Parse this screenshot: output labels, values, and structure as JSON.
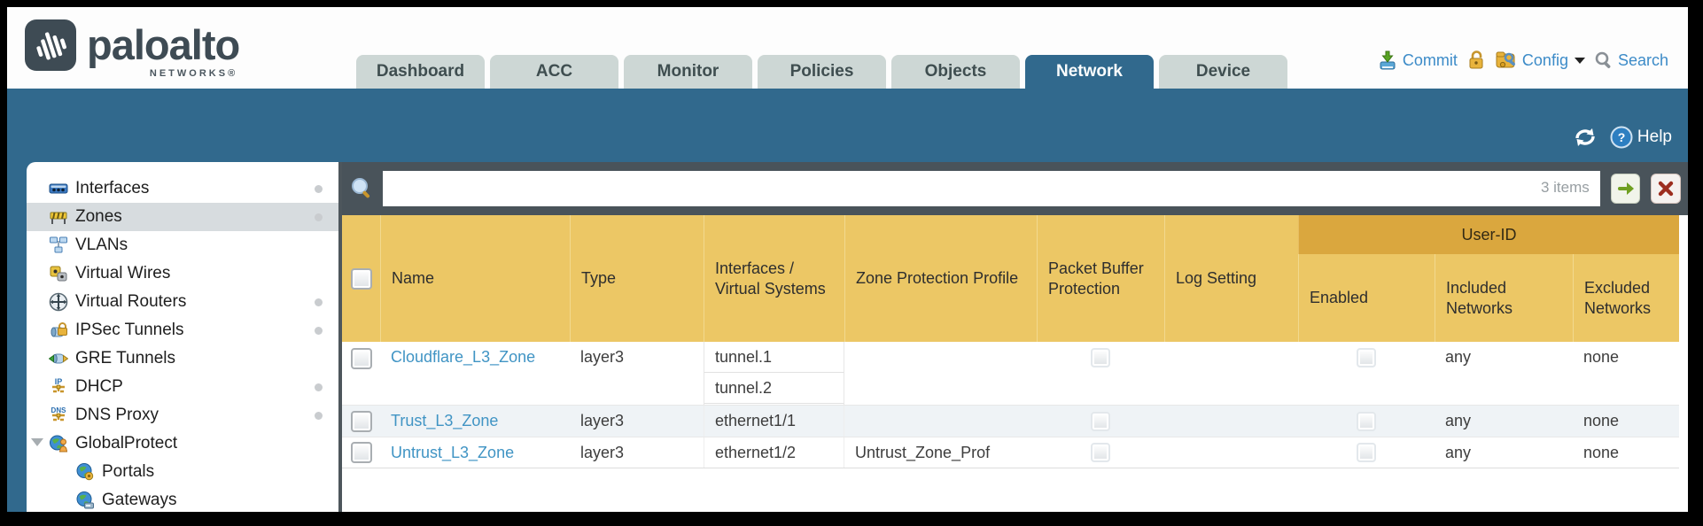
{
  "brand": {
    "name": "paloalto",
    "subtitle": "NETWORKS®"
  },
  "tabs": [
    {
      "label": "Dashboard",
      "active": false
    },
    {
      "label": "ACC",
      "active": false
    },
    {
      "label": "Monitor",
      "active": false
    },
    {
      "label": "Policies",
      "active": false
    },
    {
      "label": "Objects",
      "active": false
    },
    {
      "label": "Network",
      "active": true
    },
    {
      "label": "Device",
      "active": false
    }
  ],
  "top_links": {
    "commit": "Commit",
    "config": "Config",
    "search": "Search"
  },
  "toolbar": {
    "help": "Help"
  },
  "filter": {
    "value": "",
    "items_count": "3 items"
  },
  "sidebar": {
    "items": [
      {
        "label": "Interfaces",
        "icon": "interfaces-icon",
        "has_status_dot": true,
        "selected": false
      },
      {
        "label": "Zones",
        "icon": "zones-icon",
        "has_status_dot": true,
        "selected": true
      },
      {
        "label": "VLANs",
        "icon": "vlans-icon",
        "has_status_dot": false,
        "selected": false
      },
      {
        "label": "Virtual Wires",
        "icon": "virtual-wires-icon",
        "has_status_dot": false,
        "selected": false
      },
      {
        "label": "Virtual Routers",
        "icon": "virtual-routers-icon",
        "has_status_dot": true,
        "selected": false
      },
      {
        "label": "IPSec Tunnels",
        "icon": "ipsec-tunnels-icon",
        "has_status_dot": true,
        "selected": false
      },
      {
        "label": "GRE Tunnels",
        "icon": "gre-tunnels-icon",
        "has_status_dot": false,
        "selected": false
      },
      {
        "label": "DHCP",
        "icon": "dhcp-icon",
        "has_status_dot": true,
        "selected": false
      },
      {
        "label": "DNS Proxy",
        "icon": "dns-proxy-icon",
        "has_status_dot": true,
        "selected": false
      },
      {
        "label": "GlobalProtect",
        "icon": "globalprotect-icon",
        "has_status_dot": false,
        "selected": false,
        "expanded": true
      },
      {
        "label": "Portals",
        "icon": "portals-icon",
        "has_status_dot": false,
        "selected": false,
        "indent": 1
      },
      {
        "label": "Gateways",
        "icon": "gateways-icon",
        "has_status_dot": false,
        "selected": false,
        "indent": 1
      }
    ]
  },
  "table": {
    "group_header": "User-ID",
    "columns": [
      "Name",
      "Type",
      "Interfaces / Virtual Systems",
      "Zone Protection Profile",
      "Packet Buffer Protection",
      "Log Setting",
      "Enabled",
      "Included Networks",
      "Excluded Networks"
    ],
    "rows": [
      {
        "name": "Cloudflare_L3_Zone",
        "type": "layer3",
        "interfaces": [
          "tunnel.1",
          "tunnel.2"
        ],
        "zone_protection_profile": "",
        "packet_buffer_protection_checked": false,
        "log_setting": "",
        "enabled_checked": false,
        "included_networks": "any",
        "excluded_networks": "none"
      },
      {
        "name": "Trust_L3_Zone",
        "type": "layer3",
        "interfaces": [
          "ethernet1/1"
        ],
        "zone_protection_profile": "",
        "packet_buffer_protection_checked": false,
        "log_setting": "",
        "enabled_checked": false,
        "included_networks": "any",
        "excluded_networks": "none"
      },
      {
        "name": "Untrust_L3_Zone",
        "type": "layer3",
        "interfaces": [
          "ethernet1/2"
        ],
        "zone_protection_profile": "Untrust_Zone_Prof",
        "packet_buffer_protection_checked": false,
        "log_setting": "",
        "enabled_checked": false,
        "included_networks": "any",
        "excluded_networks": "none"
      }
    ]
  },
  "colors": {
    "teal_band": "#31698d",
    "active_tab": "#31698d",
    "inactive_tab": "#cdd7d5",
    "table_header_gold": "#ecc765",
    "user_id_band_gold": "#daa73e",
    "link_blue": "#4094c4",
    "top_link_blue": "#3c8bc8",
    "filter_band": "#49535a",
    "selected_nav": "#d7dcdf",
    "alt_row": "#eff3f6"
  }
}
